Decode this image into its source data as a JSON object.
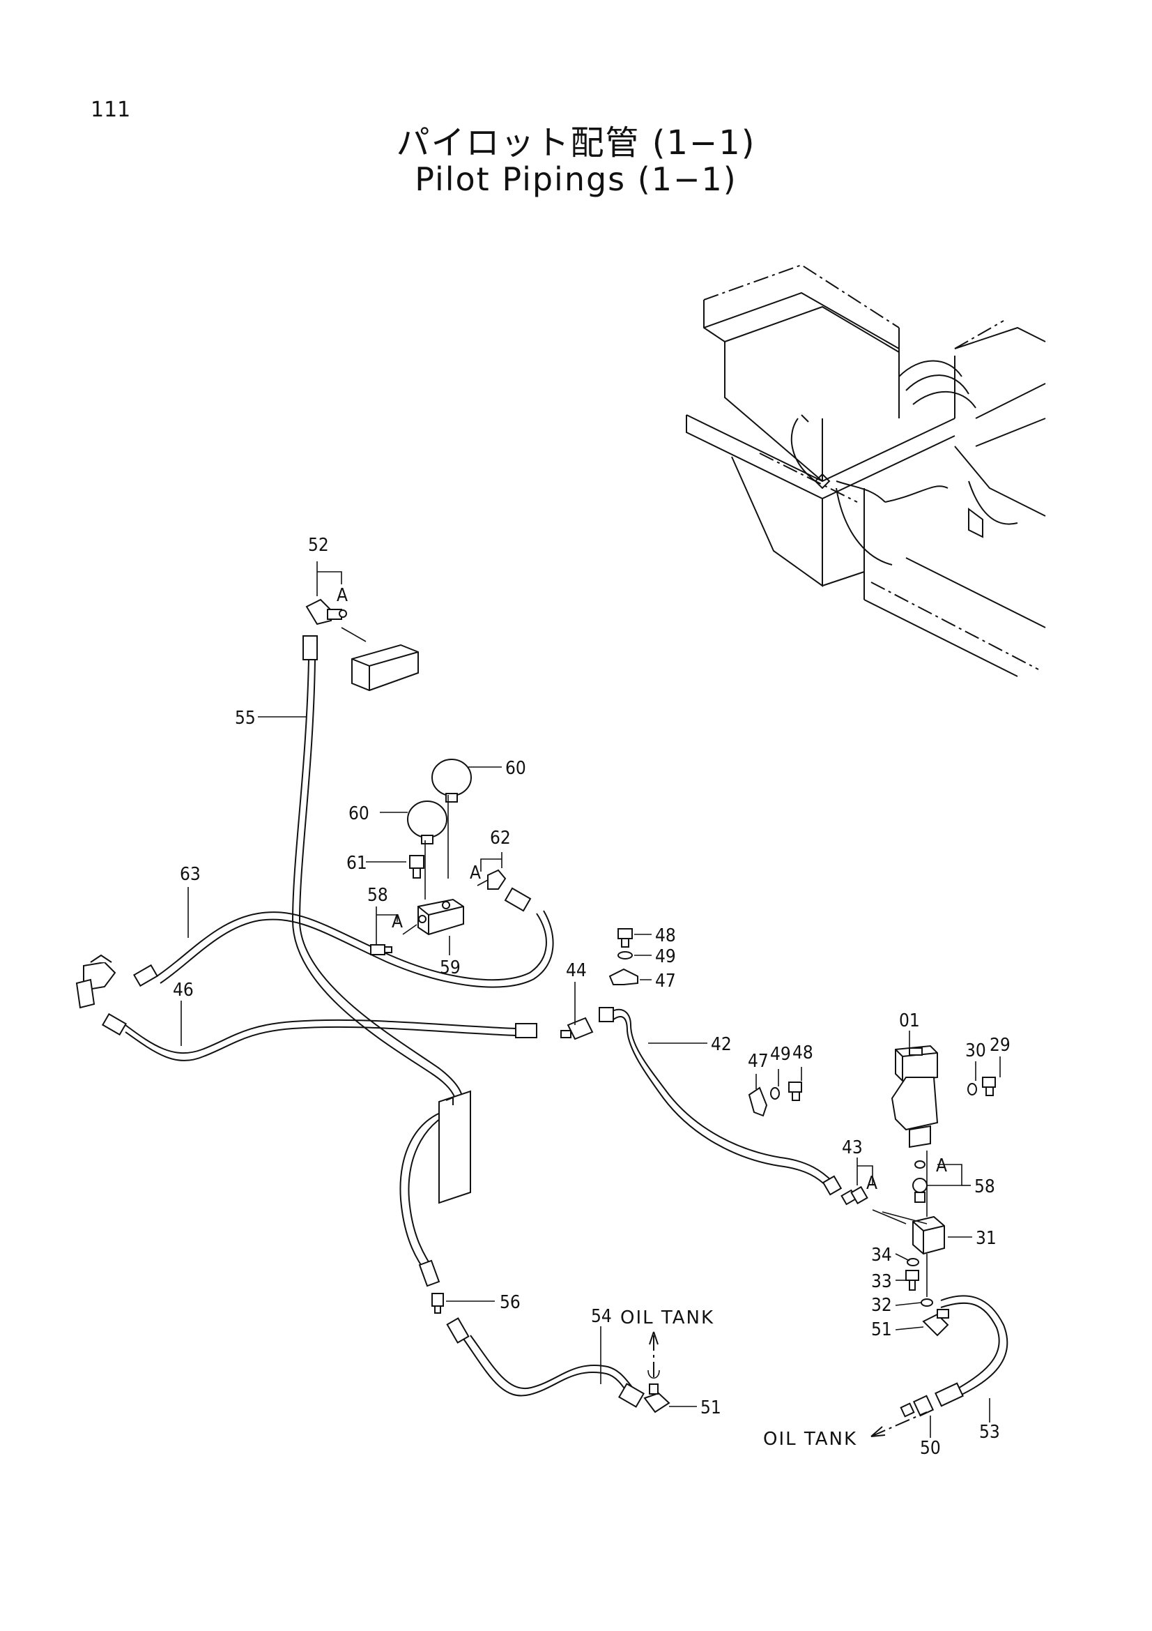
{
  "page_number": "111",
  "title": {
    "japanese": "パイロット配管 (1−1)",
    "english": "Pilot Pipings (1−1)"
  },
  "notes": {
    "oil_tank_upper": "OIL TANK",
    "oil_tank_lower": "OIL TANK"
  },
  "labels": {
    "l01": "01",
    "l29": "29",
    "l30": "30",
    "l31": "31",
    "l32": "32",
    "l33": "33",
    "l34": "34",
    "l42": "42",
    "l43": "43",
    "l44": "44",
    "l46": "46",
    "l47a": "47",
    "l47b": "47",
    "l48a": "48",
    "l48b": "48",
    "l49a": "49",
    "l49b": "49",
    "l50": "50",
    "l51a": "51",
    "l51b": "51",
    "l52": "52",
    "l53": "53",
    "l54": "54",
    "l55": "55",
    "l56": "56",
    "l58a": "58",
    "l58b": "58",
    "l59": "59",
    "l60a": "60",
    "l60b": "60",
    "l61": "61",
    "l62": "62",
    "l63": "63",
    "a1": "A",
    "a2": "A",
    "a3": "A",
    "a4": "A",
    "a5": "A"
  }
}
